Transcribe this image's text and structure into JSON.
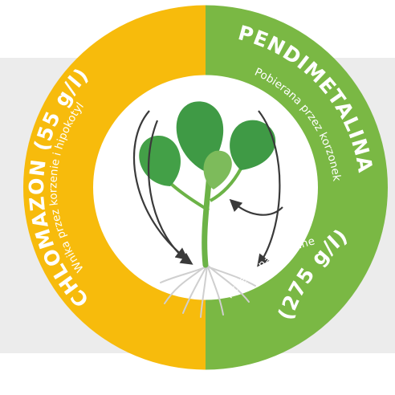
{
  "colors": {
    "panel": "#ececec",
    "left_half": "#f7bb0c",
    "right_half": "#7ab844",
    "center": "#ffffff",
    "leaf_dark": "#43a047",
    "leaf_light": "#7dbb5b",
    "stem": "#6cb347",
    "arrow": "#3a3a3a",
    "roots": "#cfcfcf"
  },
  "left": {
    "title": "CHLOMAZON (55 g/l)",
    "subtitle": "Wnika przez korzenie i hipokotyl"
  },
  "right": {
    "title": "PENDIMETALINA (275 g/l)",
    "subtitle": "Pobierana przez korzonek i części nadziemne"
  },
  "icons": {
    "plant": "seedling-icon",
    "arrows": "curved-arrow-icon"
  }
}
